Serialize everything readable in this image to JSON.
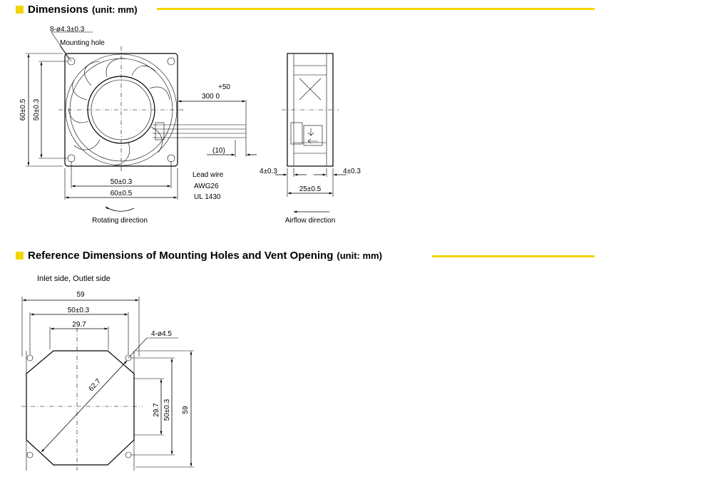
{
  "section1": {
    "title": "Dimensions",
    "unit": "(unit: mm)"
  },
  "section2": {
    "title": "Reference Dimensions of Mounting Holes and Vent Opening",
    "unit": "(unit: mm)"
  },
  "colors": {
    "accent": "#f2d500"
  },
  "front_view": {
    "hole_spec": "8-ø4.3±0.3",
    "hole_label": "Mounting hole",
    "dim_outer_height": "60±0.5",
    "dim_hole_height": "50±0.3",
    "dim_hole_width": "50±0.3",
    "dim_outer_width": "60±0.5",
    "rotating_label": "Rotating direction",
    "wire_tol": "+50",
    "wire_length": "300  0",
    "wire_tip": "(10)",
    "lead_wire": "Lead wire",
    "awg": "AWG26",
    "ul": "UL 1430"
  },
  "side_view": {
    "flange_left": "4±0.3",
    "flange_right": "4±0.3",
    "depth": "25±0.5",
    "airflow_label": "Airflow direction"
  },
  "reference": {
    "subtitle": "Inlet side, Outlet side",
    "dim_59_top": "59",
    "dim_50_top": "50±0.3",
    "dim_29_top": "29.7",
    "hole_spec": "4-ø4.5",
    "diag": "62.7",
    "dim_29_right": "29.7",
    "dim_50_right": "50±0.3",
    "dim_59_right": "59"
  }
}
